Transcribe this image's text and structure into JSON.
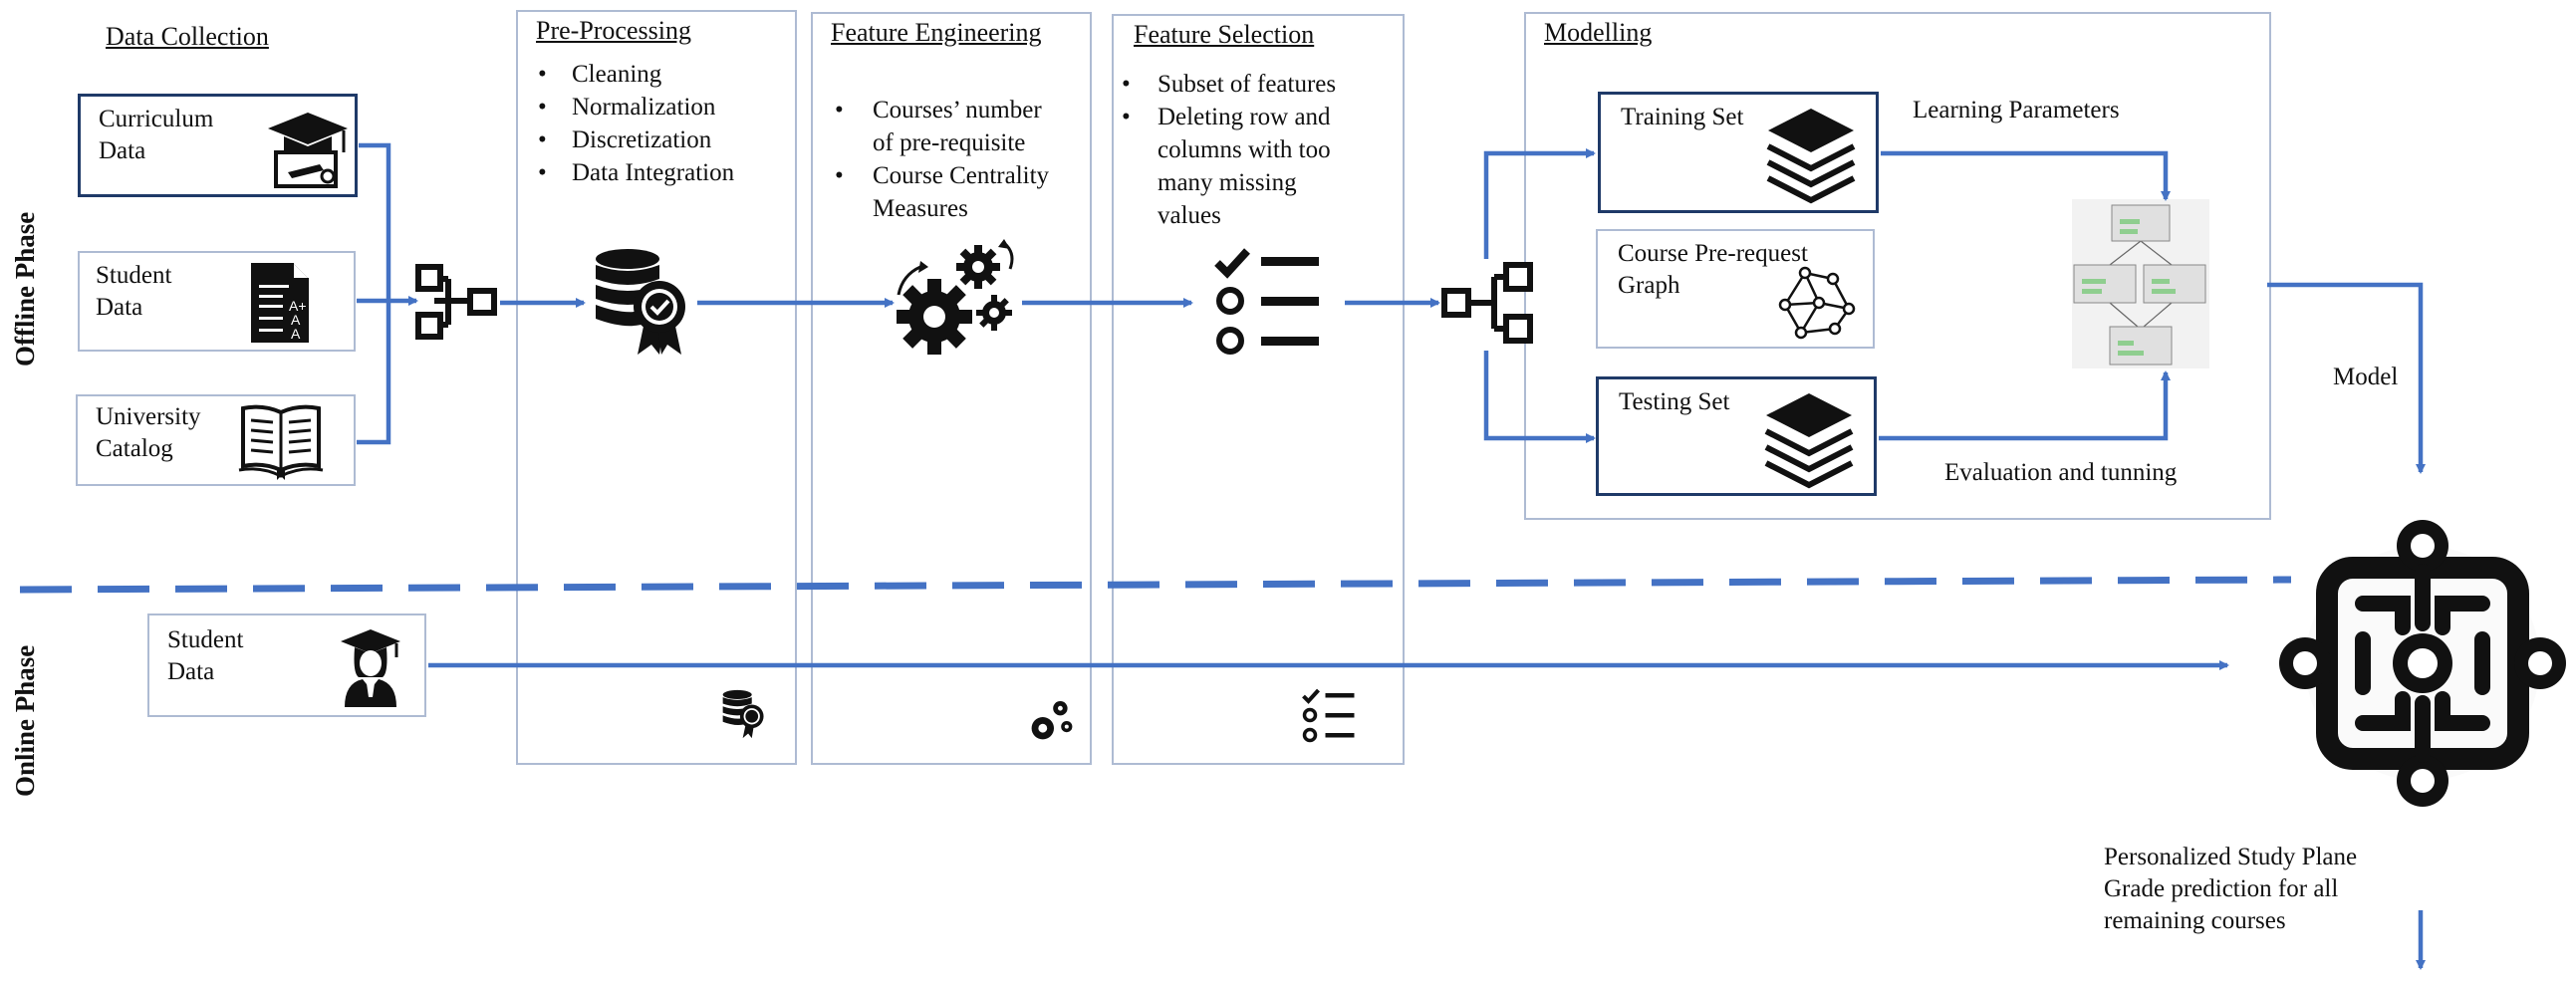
{
  "phases": {
    "offline": "Offline Phase",
    "online": "Online Phase"
  },
  "data_collection": {
    "header": "Data Collection",
    "sources": [
      {
        "line1": "Curriculum",
        "line2": "Data",
        "icon": "graduation-cap-certificate-icon"
      },
      {
        "line1": "Student",
        "line2": "Data",
        "icon": "grade-report-icon"
      },
      {
        "line1": "University",
        "line2": "Catalog",
        "icon": "open-book-icon"
      }
    ]
  },
  "preprocessing": {
    "header": "Pre-Processing",
    "items": [
      "Cleaning",
      "Normalization",
      "Discretization",
      "Data Integration"
    ]
  },
  "feature_engineering": {
    "header": "Feature Engineering",
    "items": [
      {
        "l1": "Courses’ number",
        "l2": "of pre-requisite"
      },
      {
        "l1": "Course Centrality",
        "l2": "Measures"
      }
    ]
  },
  "feature_selection": {
    "header": "Feature Selection",
    "items": [
      {
        "lines": [
          "Subset of features"
        ]
      },
      {
        "lines": [
          "Deleting row and",
          "columns with too",
          "many missing",
          "values"
        ]
      }
    ]
  },
  "modelling": {
    "header": "Modelling",
    "training_set": "Training Set",
    "graph_l1": "Course Pre-request",
    "graph_l2": "Graph",
    "testing_set": "Testing Set",
    "learning_parameters": "Learning Parameters",
    "evaluation": "Evaluation and tunning",
    "model_label": "Model"
  },
  "online": {
    "student_l1": "Student",
    "student_l2": "Data"
  },
  "output": {
    "lines": [
      "Personalized Study Plane",
      "Grade prediction for all",
      "remaining courses"
    ]
  },
  "colors": {
    "arrow": "#4472c4",
    "panel_border": "#aebbd3",
    "dark_border": "#1f3a68"
  }
}
